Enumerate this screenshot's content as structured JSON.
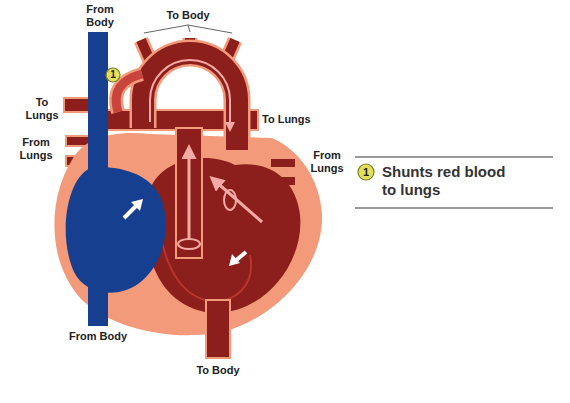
{
  "diagram": {
    "nodes": [
      {
        "text": [
          "1"
        ]
      },
      {
        "text": [
          "1"
        ]
      }
    ],
    "labels": [
      "From Body",
      "To Body",
      "To Lungs",
      "From Lungs",
      "To Lungs",
      "From Lungs",
      "From Body",
      "To Body"
    ],
    "legend": [
      {
        "text": "Shunts red blood to lungs"
      }
    ]
  }
}
